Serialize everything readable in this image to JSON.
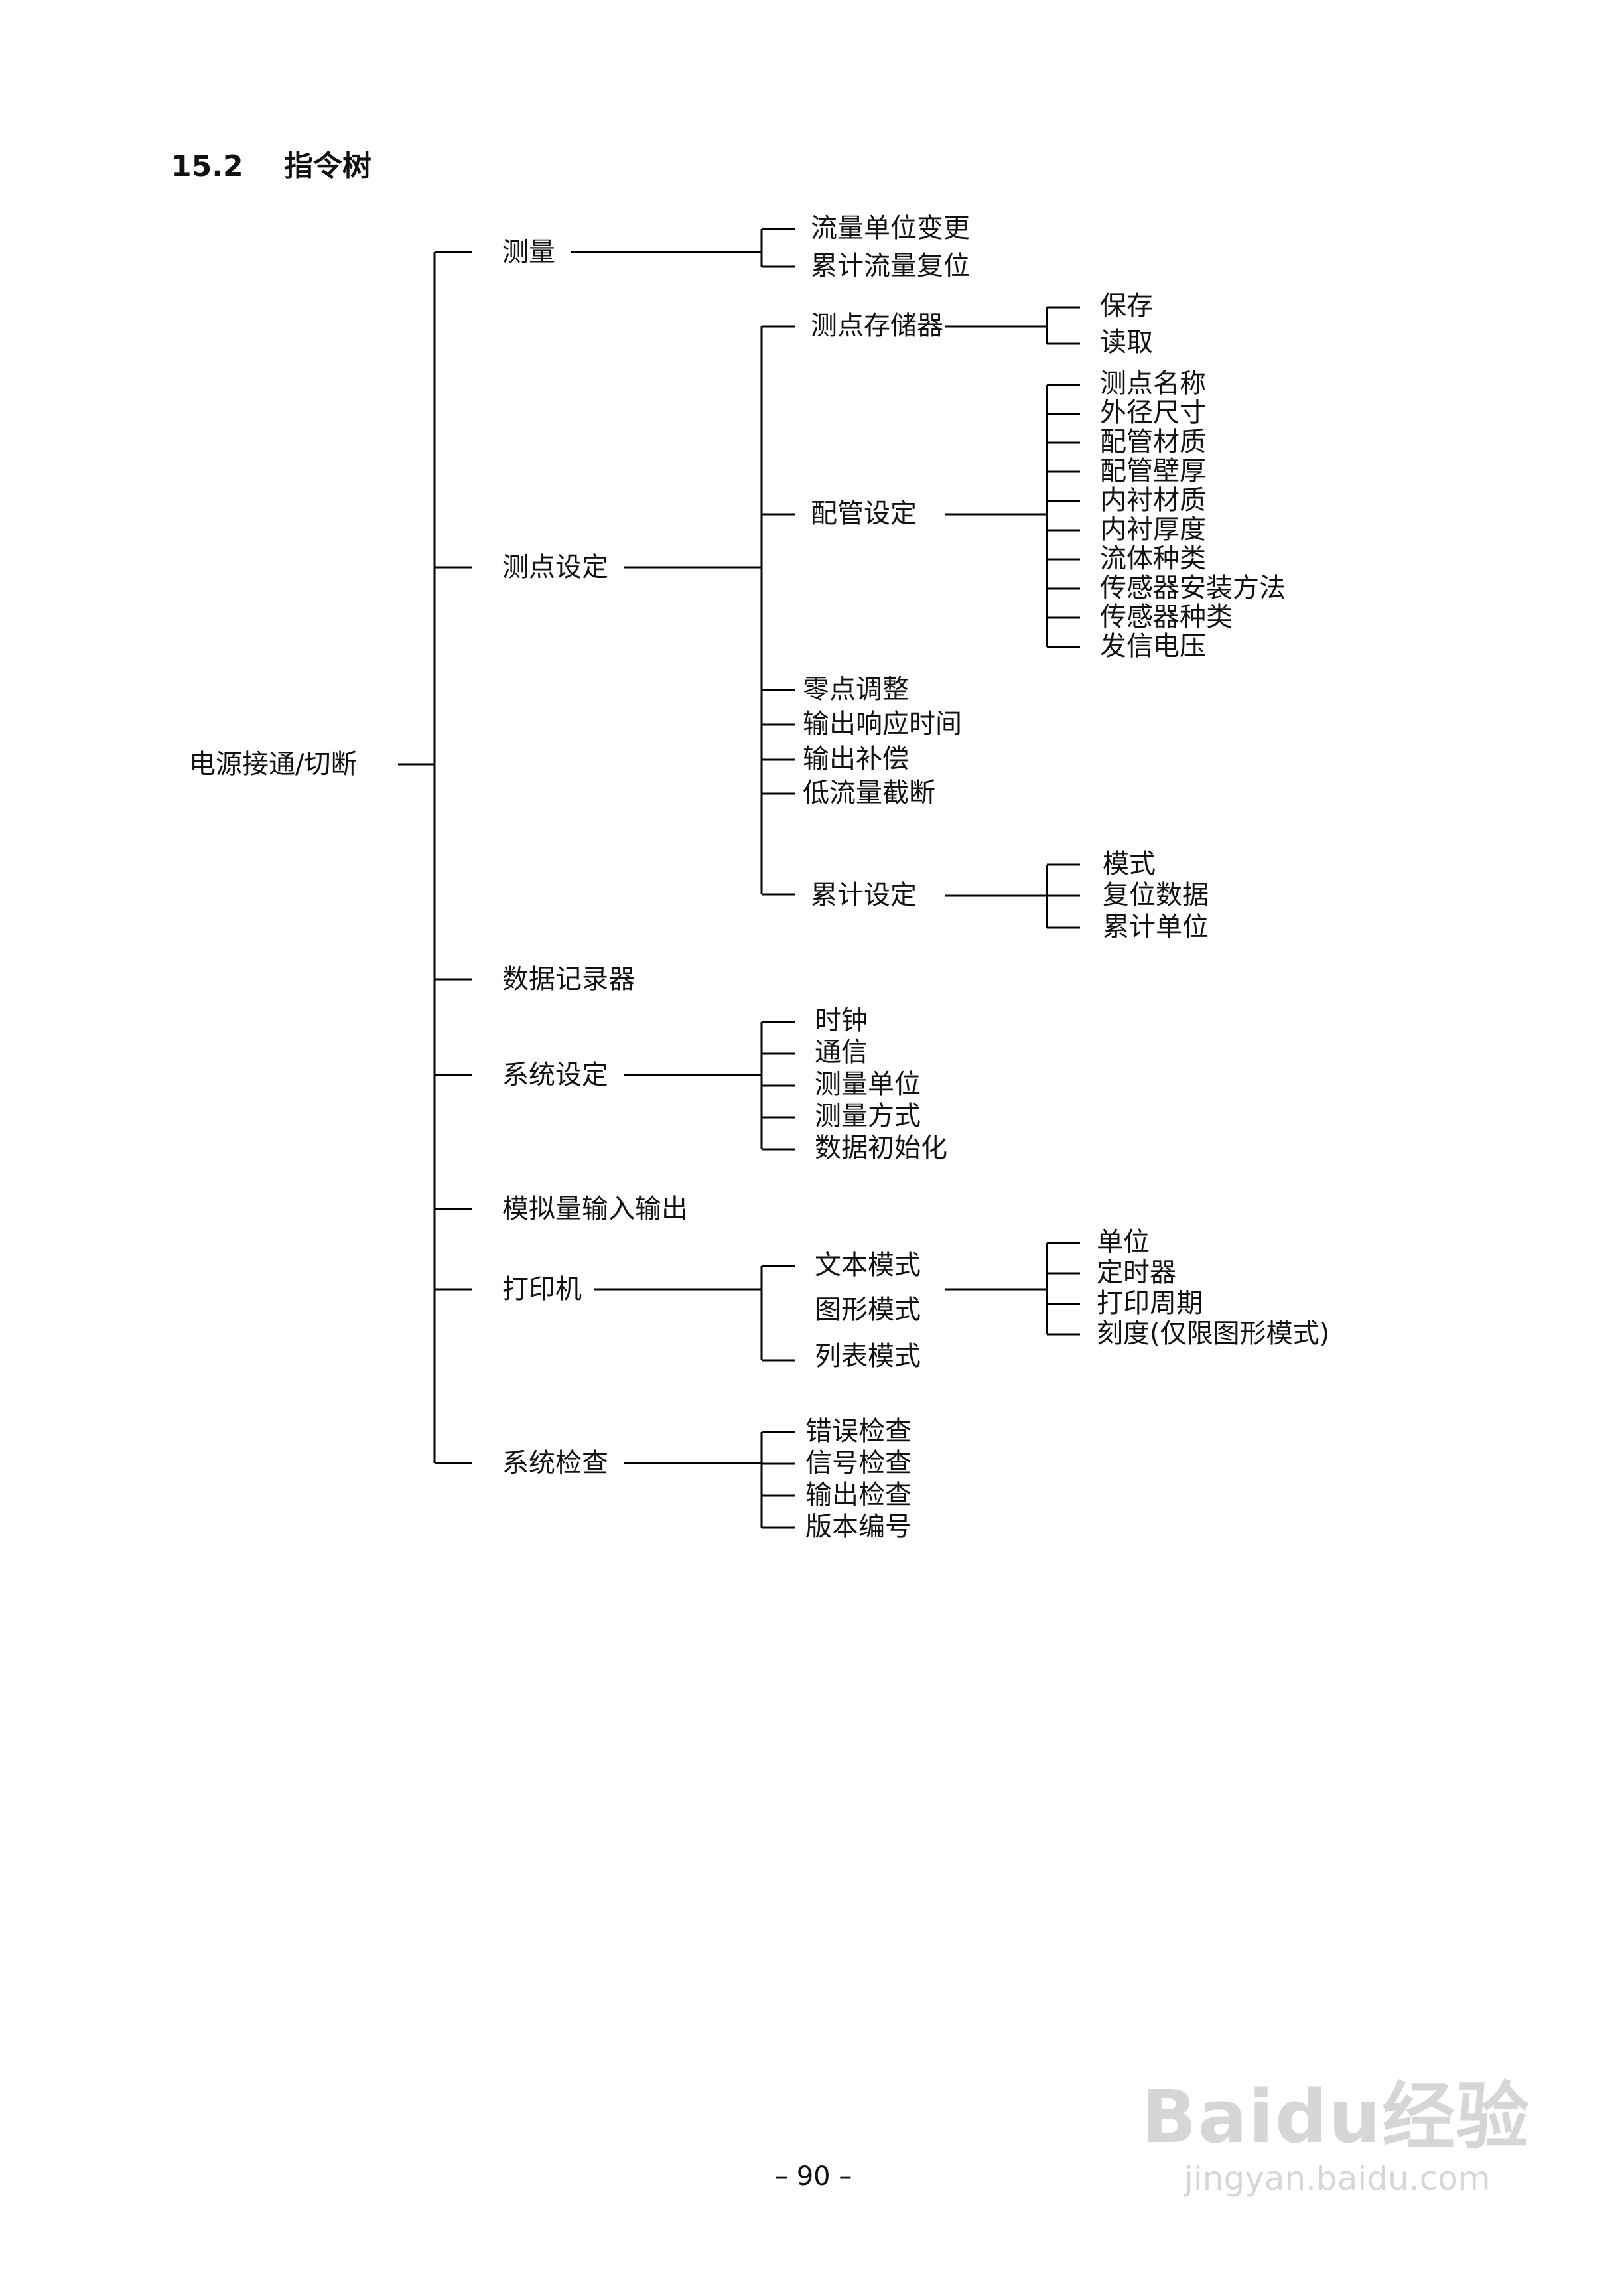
{
  "section": {
    "number": "15.2",
    "title": "指令树"
  },
  "tree": {
    "root": "电源接通/切断",
    "l1": {
      "measure": "测量",
      "point_setting": "测点设定",
      "datalogger": "数据记录器",
      "system_setting": "系统设定",
      "analog_io": "模拟量输入输出",
      "printer": "打印机",
      "system_check": "系统检查"
    },
    "measure_children": [
      "流量单位变更",
      "累计流量复位"
    ],
    "point_memory": {
      "label": "测点存储器",
      "children": [
        "保存",
        "读取"
      ]
    },
    "pipe_setting": {
      "label": "配管设定",
      "children": [
        "测点名称",
        "外径尺寸",
        "配管材质",
        "配管壁厚",
        "内衬材质",
        "内衬厚度",
        "流体种类",
        "传感器安装方法",
        "传感器种类",
        "发信电压"
      ]
    },
    "point_misc": [
      "零点调整",
      "输出响应时间",
      "输出补偿",
      "低流量截断"
    ],
    "total_setting": {
      "label": "累计设定",
      "children": [
        "模式",
        "复位数据",
        "累计单位"
      ]
    },
    "system_children": [
      "时钟",
      "通信",
      "测量单位",
      "测量方式",
      "数据初始化"
    ],
    "printer_children": [
      "文本模式",
      "图形模式",
      "列表模式"
    ],
    "print_mode_children": [
      "单位",
      "定时器",
      "打印周期",
      "刻度(仅限图形模式)"
    ],
    "check_children": [
      "错误检查",
      "信号检查",
      "输出检查",
      "版本编号"
    ]
  },
  "page_number": "– 90 –",
  "watermark": {
    "brand": "Baidu经验",
    "url": "jingyan.baidu.com"
  }
}
